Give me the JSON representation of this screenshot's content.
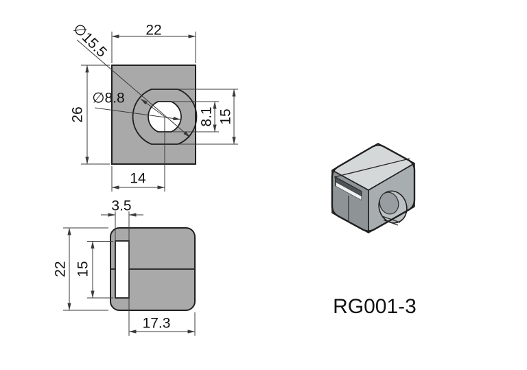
{
  "part_label": "RG001-3",
  "colors": {
    "background": "#ffffff",
    "part-fill": "#a9a9a9",
    "line-color": "#1f1f1f",
    "dim-color": "#3a3a3a",
    "iso-top": "#d5d8d9",
    "iso-right": "#a8aeb0",
    "iso-left": "#8e9396"
  },
  "front_view": {
    "width_label": "22",
    "height_label": "26",
    "outer_diameter_label": "∅15.5",
    "inner_diameter_label": "∅8.8",
    "inner_flat_label": "8.1",
    "outer_flat_label": "15",
    "hole_offset_label": "14"
  },
  "side_view": {
    "slot_width_label": "3.5",
    "height_label": "22",
    "slot_height_label": "15",
    "depth_label": "17.3"
  }
}
